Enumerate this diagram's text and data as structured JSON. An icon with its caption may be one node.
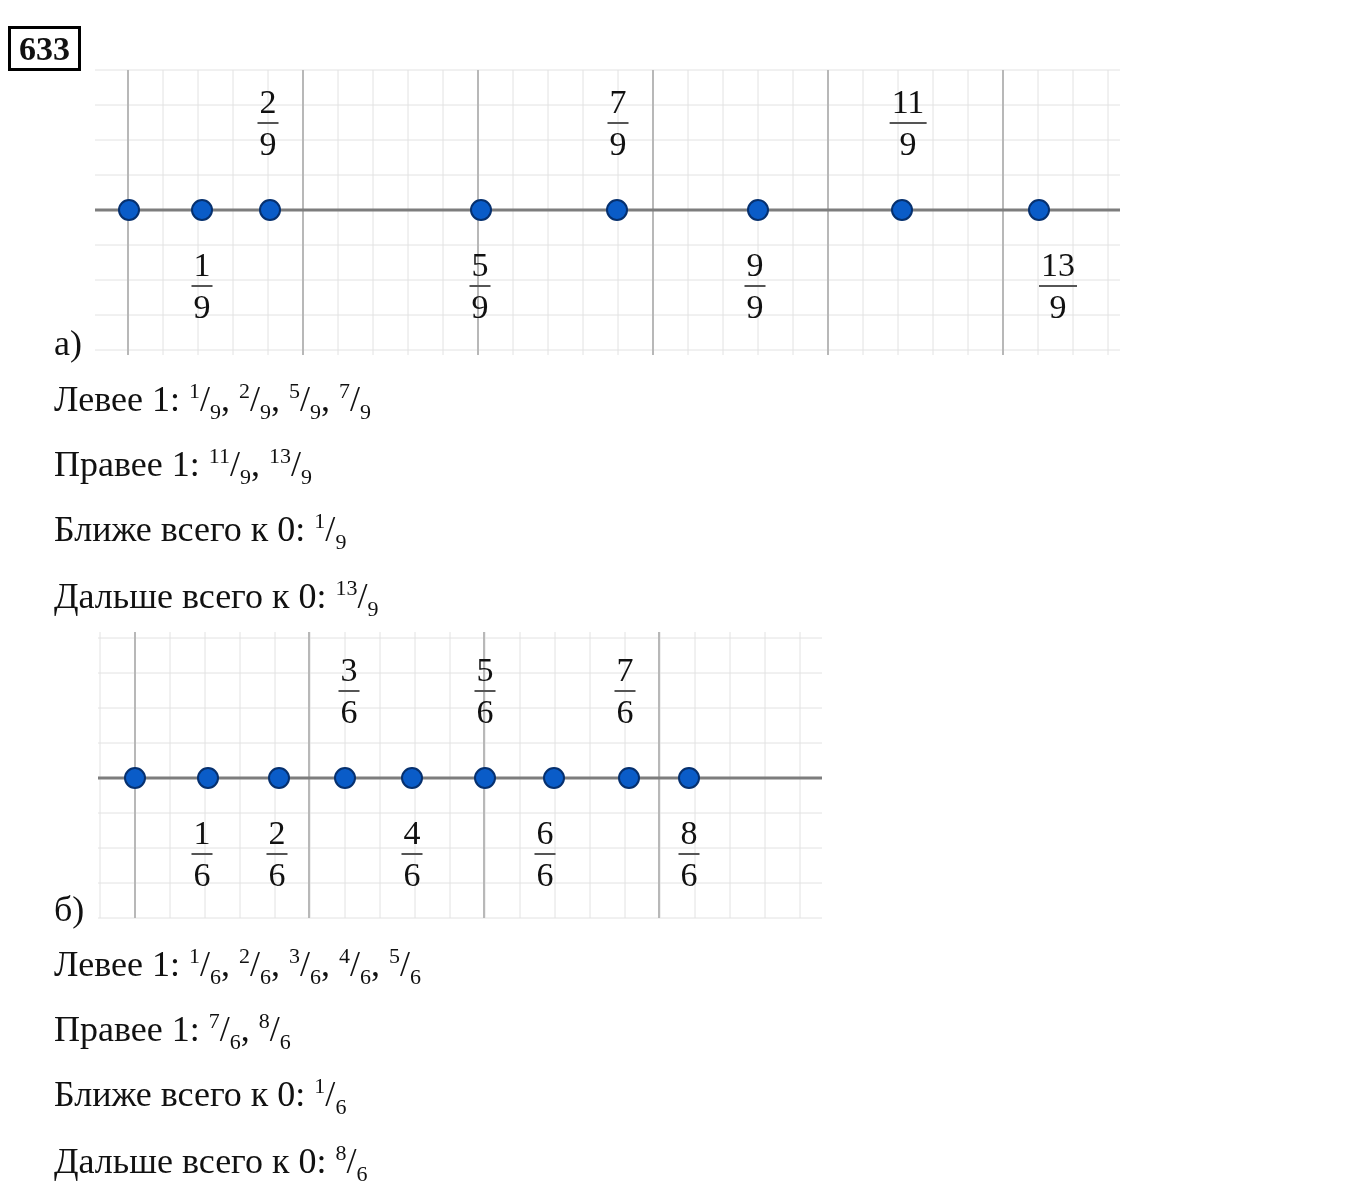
{
  "diagram": {
    "title": "633",
    "nodes": [
      {
        "text": [],
        "shape": "circle"
      },
      {
        "text": [],
        "shape": "circle",
        "beside": [
          "1",
          "9"
        ]
      },
      {
        "text": [],
        "shape": "circle",
        "beside": [
          "2",
          "9"
        ]
      },
      {
        "text": [],
        "shape": "circle",
        "beside": [
          "5",
          "9"
        ]
      },
      {
        "text": [],
        "shape": "circle",
        "beside": [
          "7",
          "9"
        ]
      },
      {
        "text": [],
        "shape": "circle",
        "beside": [
          "9",
          "9"
        ]
      },
      {
        "text": [],
        "shape": "circle",
        "beside": [
          "11",
          "9"
        ]
      },
      {
        "text": [],
        "shape": "circle",
        "beside": [
          "13",
          "9"
        ]
      },
      {
        "text": [],
        "shape": "circle"
      },
      {
        "text": [],
        "shape": "circle",
        "beside": [
          "1",
          "6"
        ]
      },
      {
        "text": [],
        "shape": "circle",
        "beside": [
          "2",
          "6"
        ]
      },
      {
        "text": [],
        "shape": "circle",
        "beside": [
          "3",
          "6"
        ]
      },
      {
        "text": [],
        "shape": "circle",
        "beside": [
          "4",
          "6"
        ]
      },
      {
        "text": [],
        "shape": "circle",
        "beside": [
          "5",
          "6"
        ]
      },
      {
        "text": [],
        "shape": "circle",
        "beside": [
          "6",
          "6"
        ]
      },
      {
        "text": [],
        "shape": "circle",
        "beside": [
          "7",
          "6"
        ]
      },
      {
        "text": [],
        "shape": "circle",
        "beside": [
          "8",
          "6"
        ]
      }
    ],
    "labels": [
      "а)",
      "Левее 1: $^{1}$/$_{9}$, $^{2}$/$_{9}$, $^{5}$/$_{9}$, $^{7}$/$_{9}$",
      "Правее 1: $^{11}$/$_{9}$, $^{13}$/$_{9}$",
      "Ближе всего к 0: $^{1}$/$_{9}$",
      "Дальше всего к 0: $^{13}$/$_{9}$",
      "б)",
      "Левее 1: $^{1}$/$_{6}$, $^{2}$/$_{6}$, $^{3}$/$_{6}$, $^{4}$/$_{6}$, $^{5}$/$_{6}$",
      "Правее 1: $^{7}$/$_{6}$, $^{8}$/$_{6}$",
      "Ближе всего к 0: $^{1}$/$_{6}$",
      "Дальше всего к 0: $^{8}$/$_{6}$"
    ]
  }
}
